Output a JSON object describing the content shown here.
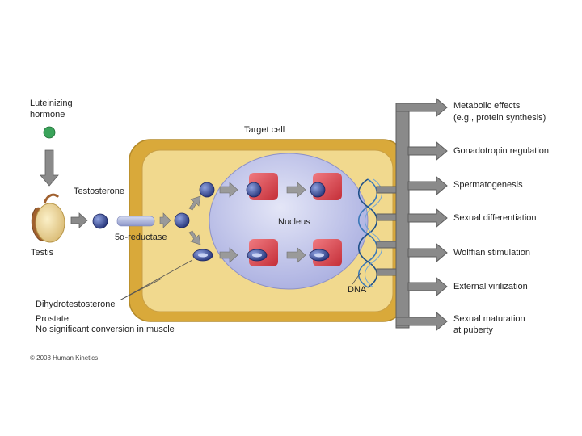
{
  "labels": {
    "luteinizing_hormone": [
      "Luteinizing",
      "hormone"
    ],
    "testosterone": "Testosterone",
    "testis": "Testis",
    "five_alpha_reductase": "5α-reductase",
    "target_cell": "Target cell",
    "nucleus": "Nucleus",
    "dna": "DNA",
    "dihydrotestosterone": "Dihydrotestosterone",
    "prostate_note": [
      "Prostate",
      "No significant conversion in muscle"
    ],
    "copyright": "© 2008 Human Kinetics"
  },
  "effects": [
    [
      "Metabolic effects",
      "(e.g., protein synthesis)"
    ],
    [
      "Gonadotropin regulation"
    ],
    [
      "Spermatogenesis"
    ],
    [
      "Sexual differentiation"
    ],
    [
      "Wolffian stimulation"
    ],
    [
      "External virilization"
    ],
    [
      "Sexual maturation",
      "at puberty"
    ]
  ],
  "colors": {
    "cell_outer": "#e8c25c",
    "cell_inner": "#f0d58a",
    "nucleus": "#b9bde6",
    "receptor": "#d9414a",
    "hormone": "#3c4f9a",
    "lh_dot": "#3aa35a",
    "arrow": "#808080"
  }
}
